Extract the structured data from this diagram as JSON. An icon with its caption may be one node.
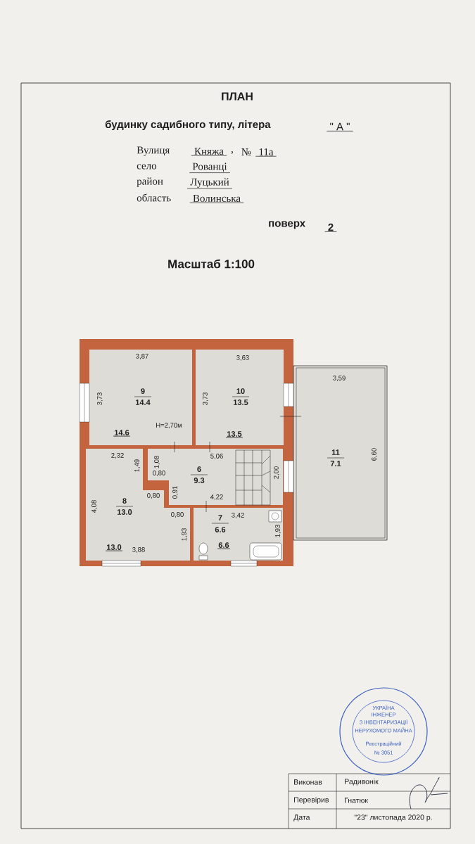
{
  "diagram": {
    "title": "ПЛАН",
    "nodes": [
      {
        "text": [
          "9",
          "14.4",
          "3,87",
          "3,73",
          "14.6",
          "H=2,70м"
        ]
      },
      {
        "text": [
          "10",
          "13.5",
          "3,63",
          "3,73",
          "13.5"
        ]
      },
      {
        "text": [
          "11",
          "7.1",
          "3,59",
          "6,60"
        ]
      },
      {
        "text": [
          "6",
          "9.3",
          "5,06",
          "1,08",
          "0,80",
          "0,91",
          "4,22",
          "2,00"
        ]
      },
      {
        "text": [
          "8",
          "13.0",
          "2,32",
          "1,49",
          "0,80",
          "0,80",
          "4,08",
          "1,93",
          "13.0",
          "3,88"
        ]
      },
      {
        "text": [
          "7",
          "6.6",
          "3,42",
          "1,93",
          "6.6"
        ]
      },
      {
        "text": [
          "УКРАЇНА",
          "ІНЖЕНЕР",
          "З ІНВЕНТАРИЗАЦІЇ",
          "НЕРУХОМОГО МАЙНА",
          "Реєстраційний",
          "№ 3051"
        ]
      }
    ],
    "labels": [
      "будинку садибного типу, літера",
      "\" А \"",
      "Вулиця",
      "Княжа",
      ",",
      "№",
      "11а",
      "село",
      "Рованці",
      "район",
      "Луцький",
      "область",
      "Волинська",
      "поверх",
      "2",
      "Масштаб 1:100",
      "Виконав",
      "Радивонік",
      "Перевірив",
      "Гнатюк",
      "Дата",
      "\"23\" листопада 2020 р."
    ]
  }
}
